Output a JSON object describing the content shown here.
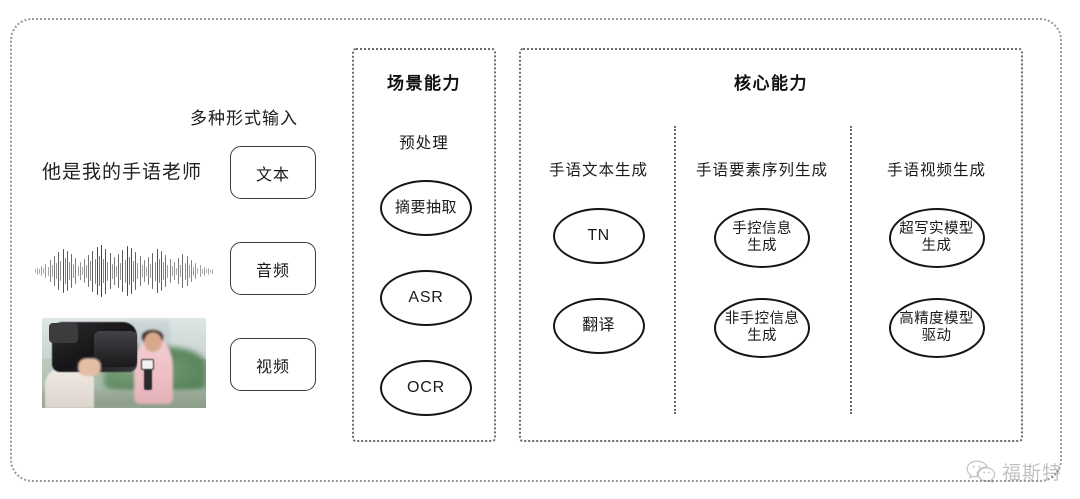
{
  "diagram": {
    "input_section": {
      "title": "多种形式输入",
      "rows": [
        {
          "sample_kind": "text",
          "sample_text": "他是我的手语老师",
          "button_label": "文本"
        },
        {
          "sample_kind": "audio",
          "sample_text": "",
          "button_label": "音频"
        },
        {
          "sample_kind": "video",
          "sample_text": "",
          "button_label": "视频"
        }
      ]
    },
    "scene_panel": {
      "title": "场景能力",
      "sub_label": "预处理",
      "nodes": [
        {
          "line1": "摘要抽取",
          "line2": ""
        },
        {
          "line1": "ASR",
          "line2": ""
        },
        {
          "line1": "OCR",
          "line2": ""
        }
      ]
    },
    "core_panel": {
      "title": "核心能力",
      "columns": [
        {
          "label": "手语文本生成",
          "nodes": [
            {
              "line1": "TN",
              "line2": ""
            },
            {
              "line1": "翻译",
              "line2": ""
            }
          ]
        },
        {
          "label": "手语要素序列生成",
          "nodes": [
            {
              "line1": "手控信息",
              "line2": "生成"
            },
            {
              "line1": "非手控信息",
              "line2": "生成"
            }
          ]
        },
        {
          "label": "手语视频生成",
          "nodes": [
            {
              "line1": "超写实模型",
              "line2": "生成"
            },
            {
              "line1": "高精度模型",
              "line2": "驱动"
            }
          ]
        }
      ]
    },
    "watermark": {
      "icon": "wechat-icon",
      "text": "福斯特"
    },
    "colors": {
      "background": "#ffffff",
      "frame_border": "#9a9a9a",
      "panel_border": "#6a6a6a",
      "node_border": "#151515",
      "text": "#1b1b1b"
    }
  }
}
